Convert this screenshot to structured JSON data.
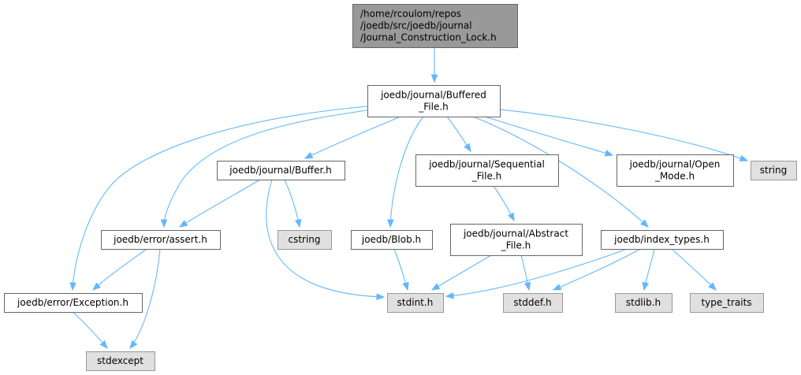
{
  "colors": {
    "root_fill": "#999999",
    "root_stroke": "#666666",
    "local_fill": "#ffffff",
    "local_stroke": "#666666",
    "system_fill": "#e0e0e0",
    "system_stroke": "#999999",
    "edge": "#63b8ff"
  },
  "nodes": [
    {
      "id": "root",
      "kind": "root",
      "lines": [
        "/home/rcoulom/repos",
        "/joedb/src/joedb/journal",
        "/Journal_Construction_Lock.h"
      ]
    },
    {
      "id": "buffered_file",
      "kind": "local",
      "lines": [
        "joedb/journal/Buffered",
        "_File.h"
      ]
    },
    {
      "id": "buffer",
      "kind": "local",
      "lines": [
        "joedb/journal/Buffer.h"
      ]
    },
    {
      "id": "sequential_file",
      "kind": "local",
      "lines": [
        "joedb/journal/Sequential",
        "_File.h"
      ]
    },
    {
      "id": "open_mode",
      "kind": "local",
      "lines": [
        "joedb/journal/Open",
        "_Mode.h"
      ]
    },
    {
      "id": "string",
      "kind": "system",
      "lines": [
        "string"
      ]
    },
    {
      "id": "assert",
      "kind": "local",
      "lines": [
        "joedb/error/assert.h"
      ]
    },
    {
      "id": "cstring",
      "kind": "system",
      "lines": [
        "cstring"
      ]
    },
    {
      "id": "blob",
      "kind": "local",
      "lines": [
        "joedb/Blob.h"
      ]
    },
    {
      "id": "abstract_file",
      "kind": "local",
      "lines": [
        "joedb/journal/Abstract",
        "_File.h"
      ]
    },
    {
      "id": "index_types",
      "kind": "local",
      "lines": [
        "joedb/index_types.h"
      ]
    },
    {
      "id": "exception",
      "kind": "local",
      "lines": [
        "joedb/error/Exception.h"
      ]
    },
    {
      "id": "stdint",
      "kind": "system",
      "lines": [
        "stdint.h"
      ]
    },
    {
      "id": "stddef",
      "kind": "system",
      "lines": [
        "stddef.h"
      ]
    },
    {
      "id": "stdlib",
      "kind": "system",
      "lines": [
        "stdlib.h"
      ]
    },
    {
      "id": "type_traits",
      "kind": "system",
      "lines": [
        "type_traits"
      ]
    },
    {
      "id": "stdexcept",
      "kind": "system",
      "lines": [
        "stdexcept"
      ]
    }
  ],
  "edges": [
    {
      "from": "root",
      "to": "buffered_file"
    },
    {
      "from": "buffered_file",
      "to": "buffer"
    },
    {
      "from": "buffered_file",
      "to": "sequential_file"
    },
    {
      "from": "buffered_file",
      "to": "open_mode"
    },
    {
      "from": "buffered_file",
      "to": "string"
    },
    {
      "from": "buffered_file",
      "to": "assert"
    },
    {
      "from": "buffered_file",
      "to": "exception"
    },
    {
      "from": "buffered_file",
      "to": "blob"
    },
    {
      "from": "buffered_file",
      "to": "index_types"
    },
    {
      "from": "buffer",
      "to": "assert"
    },
    {
      "from": "buffer",
      "to": "cstring"
    },
    {
      "from": "buffer",
      "to": "stdint"
    },
    {
      "from": "assert",
      "to": "exception"
    },
    {
      "from": "assert",
      "to": "stdexcept"
    },
    {
      "from": "exception",
      "to": "stdexcept"
    },
    {
      "from": "blob",
      "to": "stdint"
    },
    {
      "from": "sequential_file",
      "to": "abstract_file"
    },
    {
      "from": "abstract_file",
      "to": "stdint"
    },
    {
      "from": "abstract_file",
      "to": "stddef"
    },
    {
      "from": "index_types",
      "to": "stdint"
    },
    {
      "from": "index_types",
      "to": "stddef"
    },
    {
      "from": "index_types",
      "to": "stdlib"
    },
    {
      "from": "index_types",
      "to": "type_traits"
    }
  ]
}
